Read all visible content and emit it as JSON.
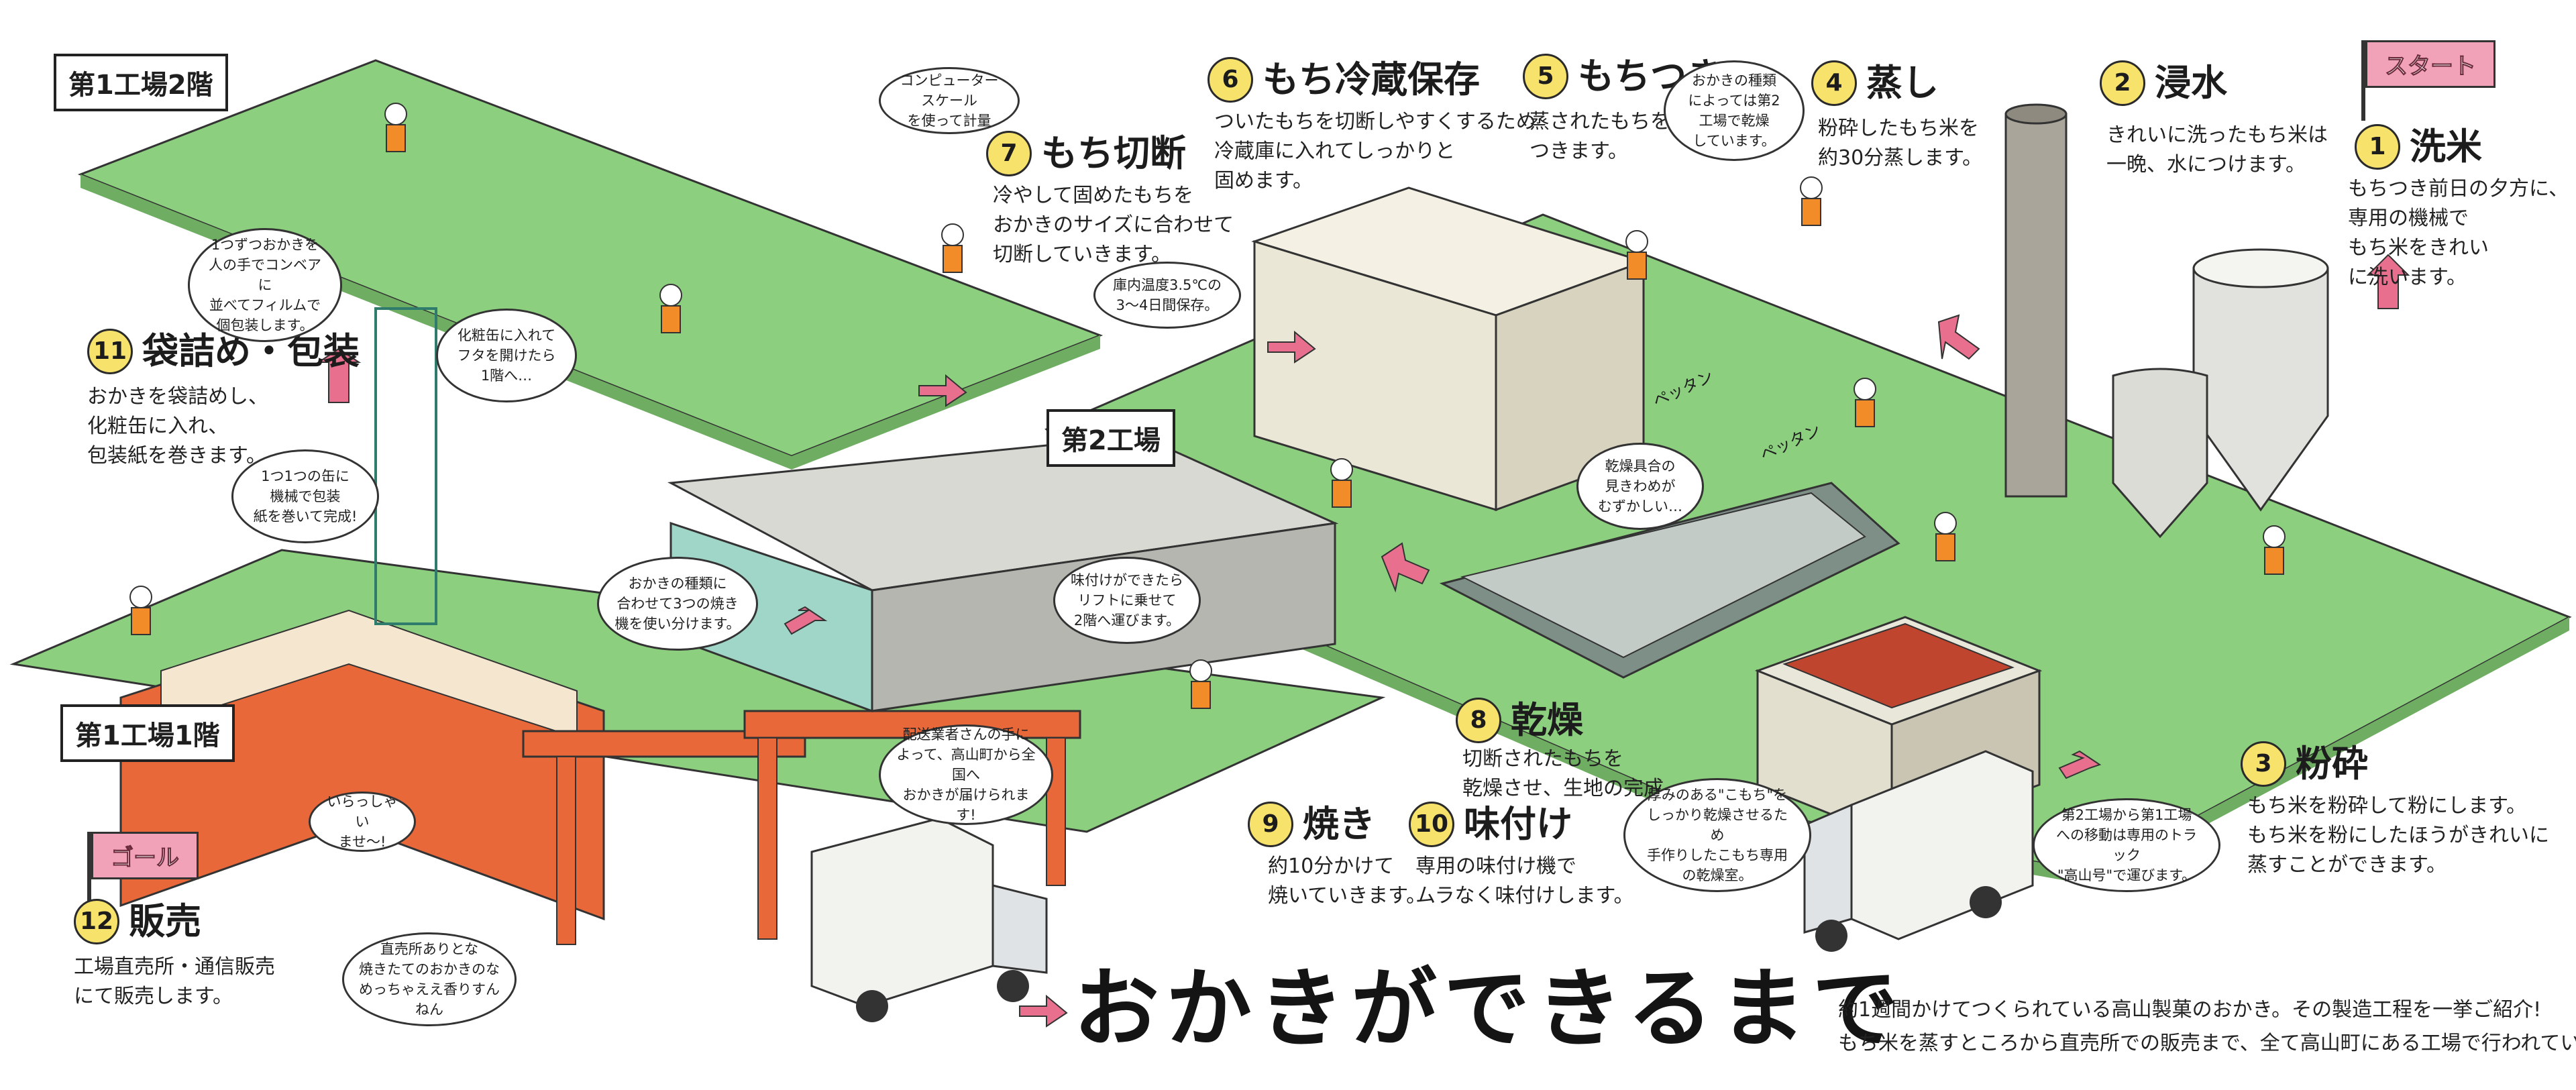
{
  "title": "おかきができるまで",
  "intro": [
    "約1週間かけてつくられている高山製菓のおかき。その製造工程を一挙ご紹介!",
    "もち米を蒸すところから直売所での販売まで、全て高山町にある工場で行われています。"
  ],
  "floors": {
    "f1_2": "第1工場2階",
    "f1_1": "第1工場1階",
    "f2": "第2工場"
  },
  "flags": {
    "start": "スタート",
    "goal": "ゴール"
  },
  "steps": [
    {
      "num": "1",
      "title": "洗米",
      "desc": "もちつき前日の夕方に、\n専用の機械で\nもち米をきれい\nに洗います。"
    },
    {
      "num": "2",
      "title": "浸水",
      "desc": "きれいに洗ったもち米は\n一晩、水につけます。"
    },
    {
      "num": "3",
      "title": "粉砕",
      "desc": "もち米を粉砕して粉にします。\nもち米を粉にしたほうがきれいに\n蒸すことができます。"
    },
    {
      "num": "4",
      "title": "蒸し",
      "desc": "粉砕したもち米を\n約30分蒸します。"
    },
    {
      "num": "5",
      "title": "もちつき",
      "desc": "蒸されたもちを\nつきます。"
    },
    {
      "num": "6",
      "title": "もち冷蔵保存",
      "desc": "ついたもちを切断しやすくするため\n冷蔵庫に入れてしっかりと\n固めます。"
    },
    {
      "num": "7",
      "title": "もち切断",
      "desc": "冷やして固めたもちを\nおかきのサイズに合わせて\n切断していきます。"
    },
    {
      "num": "8",
      "title": "乾燥",
      "desc": "切断されたもちを\n乾燥させ、生地の完成。"
    },
    {
      "num": "9",
      "title": "焼き",
      "desc": "約10分かけて\n焼いていきます。"
    },
    {
      "num": "10",
      "title": "味付け",
      "desc": "専用の味付け機で\nムラなく味付けします。"
    },
    {
      "num": "11",
      "title": "袋詰め・包装",
      "desc": "おかきを袋詰めし、\n化粧缶に入れ、\n包装紙を巻きます。"
    },
    {
      "num": "12",
      "title": "販売",
      "desc": "工場直売所・通信販売\nにて販売します。"
    }
  ],
  "bubbles": {
    "computer_scale": "コンピュータースケール\nを使って計量",
    "wrap_by_hand": "1つずつおかきを\n人の手でコンベアに\n並べてフィルムで\n個包装します。",
    "can_lift": "化粧缶に入れて\nフタを開けたら\n1階へ…",
    "machine_wrap": "1つ1つの缶に\n機械で包装\n紙を巻いて完成!",
    "oven_types": "おかきの種類に\n合わせて3つの焼き\n機を使い分けます。",
    "seasoned_lift": "味付けができたら\nリフトに乗せて\n2階へ運びます。",
    "storage_temp": "庫内温度3.5℃の\n3〜4日間保存。",
    "type_floor": "おかきの種類\nによっては第2\n工場で乾燥\nしています。",
    "drying_hard": "乾燥具合の\n見きわめが\nむずかしい…",
    "komochi_dryer": "厚みのある\"こもち\"を\nしっかり乾燥させるため\n手作りしたこもち専用\nの乾燥室。",
    "truck_transfer": "第2工場から第1工場\nへの移動は専用のトラック\n\"高山号\"で運びます。",
    "delivery": "配送業者さんの手に\nよって、高山町から全国へ\nおかきが届けられます!",
    "welcome": "いらっしゃい\nませ〜!",
    "shop_customers": "直売所ありとな\n焼きたてのおかきのな\nめっちゃええ香りすんねん"
  },
  "sounds": {
    "pettan1": "ペッタン",
    "pettan2": "ペッタン"
  },
  "colors": {
    "floor_green": "#8ccf7e",
    "factory_orange": "#e8683a",
    "flag_pink": "#f2a2b8",
    "number_yellow": "#f7e26b",
    "arrow_pink": "#e8708e",
    "machine_teal": "#9fd6c8"
  }
}
